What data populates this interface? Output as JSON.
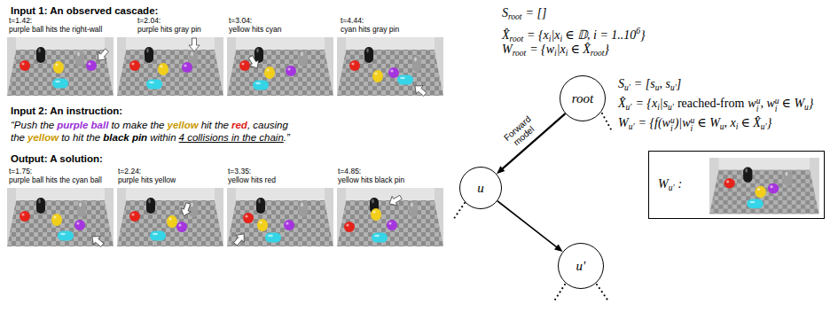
{
  "diagram": {
    "nodes": [
      {
        "text": [
          "root"
        ]
      },
      {
        "text": [
          "u"
        ]
      },
      {
        "text": [
          "u′"
        ]
      },
      {
        "text": [
          "W",
          "u′",
          ":"
        ]
      }
    ],
    "edges": [
      {
        "from": 0,
        "to": 1,
        "arrow": "to",
        "label": "Forward model"
      },
      {
        "from": 1,
        "to": 2,
        "arrow": "to"
      }
    ],
    "labels": [
      "Input 1: An observed cascade:",
      "t=1.42:",
      "purple ball hits the right-wall",
      "t=2.04:",
      "purple hits gray pin",
      "t=3.04:",
      "yellow hits cyan",
      "t=4.44:",
      "cyan hits gray pin",
      "Input 2: An instruction:",
      "“Push the",
      "purple ball",
      "to make the",
      "yellow",
      "hit the",
      "red",
      ", causing",
      "the",
      "yellow",
      "to hit the",
      "black pin",
      "within",
      "4 collisions in the chain",
      ".”",
      "Output: A solution:",
      "t=1.75:",
      "purple ball hits the cyan ball",
      "t=2.24:",
      "purple hits yellow",
      "t=3.35:",
      "yellow hits red",
      "t=4.85:",
      "yellow hits black pin",
      "S",
      "root",
      "= []",
      "X̂",
      "root",
      "= {x",
      "i",
      "|x",
      "i",
      "∈ 𝔻, i = 1..10",
      "6",
      "}",
      "W",
      "root",
      "= {w",
      "i",
      "|x",
      "i",
      "∈ X̂",
      "root",
      "}",
      "S",
      "u′",
      "= [s",
      "u",
      ", s",
      "u′",
      "]",
      "X̂",
      "u′",
      "= {x",
      "i",
      "|s",
      "u′",
      "reached-from",
      "w",
      "i",
      "u",
      ", w",
      "i",
      "u",
      "∈ W",
      "u",
      "}",
      "W",
      "u′",
      "= {f(w",
      "i",
      "u",
      ")|w",
      "i",
      "u",
      "∈ W",
      "u",
      ", x",
      "i",
      "∈ X̂",
      "u′",
      "}"
    ]
  }
}
